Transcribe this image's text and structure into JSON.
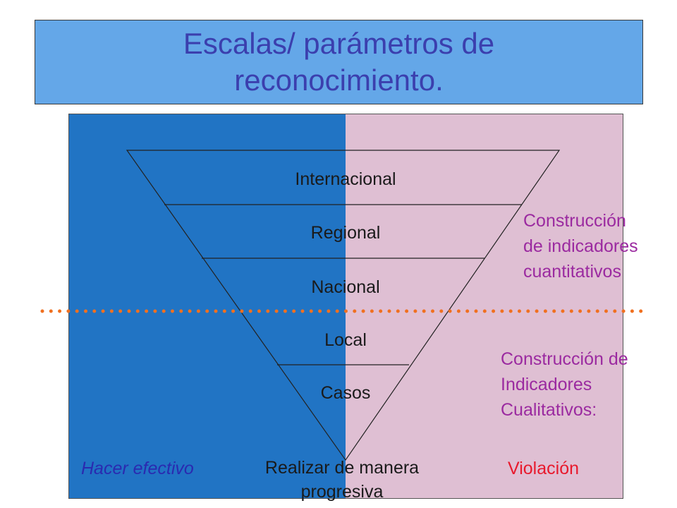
{
  "title": {
    "line1": "Escalas/ parámetros de",
    "line2": "reconocimiento."
  },
  "levels": [
    "Internacional",
    "Regional",
    "Nacional",
    "Local",
    "Casos"
  ],
  "bottom": {
    "line1": "Realizar de manera",
    "line2": "progresiva"
  },
  "quantitative": {
    "line1": "Construcción",
    "line2": "de indicadores",
    "line3": "cuantitativos"
  },
  "qualitative": {
    "line1": "Construcción de",
    "line2": "Indicadores",
    "line3": "Cualitativos:"
  },
  "left_label": "Hacer efectivo",
  "right_label": "Violación",
  "colors": {
    "title_bg": "#64a7e8",
    "title_text": "#3b3fae",
    "left_panel": "#2174c4",
    "right_panel": "#dfbfd3",
    "dotted_line": "#f07020",
    "purple_text": "#9b2aa0",
    "violation_text": "#e8192c",
    "italic_text": "#2a2ab0"
  }
}
